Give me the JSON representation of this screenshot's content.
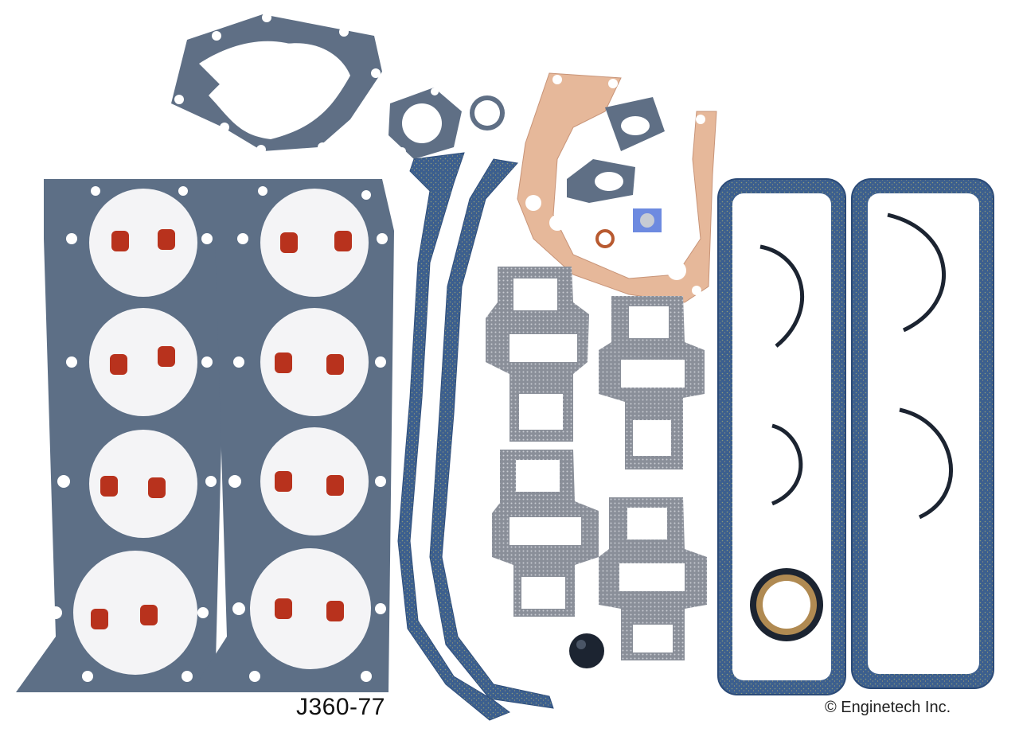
{
  "product": {
    "part_number": "J360-77",
    "copyright": "© Enginetech Inc."
  },
  "colors": {
    "head_gasket": "#5d6f86",
    "cork": "#3b5f8f",
    "paper": "#e6b89a",
    "seal_red": "#b8321d",
    "seal_dark": "#1c2431"
  },
  "icons": [
    "cylinder-head-gasket",
    "valve-stem-seal",
    "oil-pan-gasket",
    "timing-cover-gasket",
    "water-pump-gasket",
    "exhaust-manifold-gasket",
    "valve-cover-gasket",
    "rear-main-seal",
    "timing-cover-oil-seal",
    "freeze-plug-cap"
  ]
}
